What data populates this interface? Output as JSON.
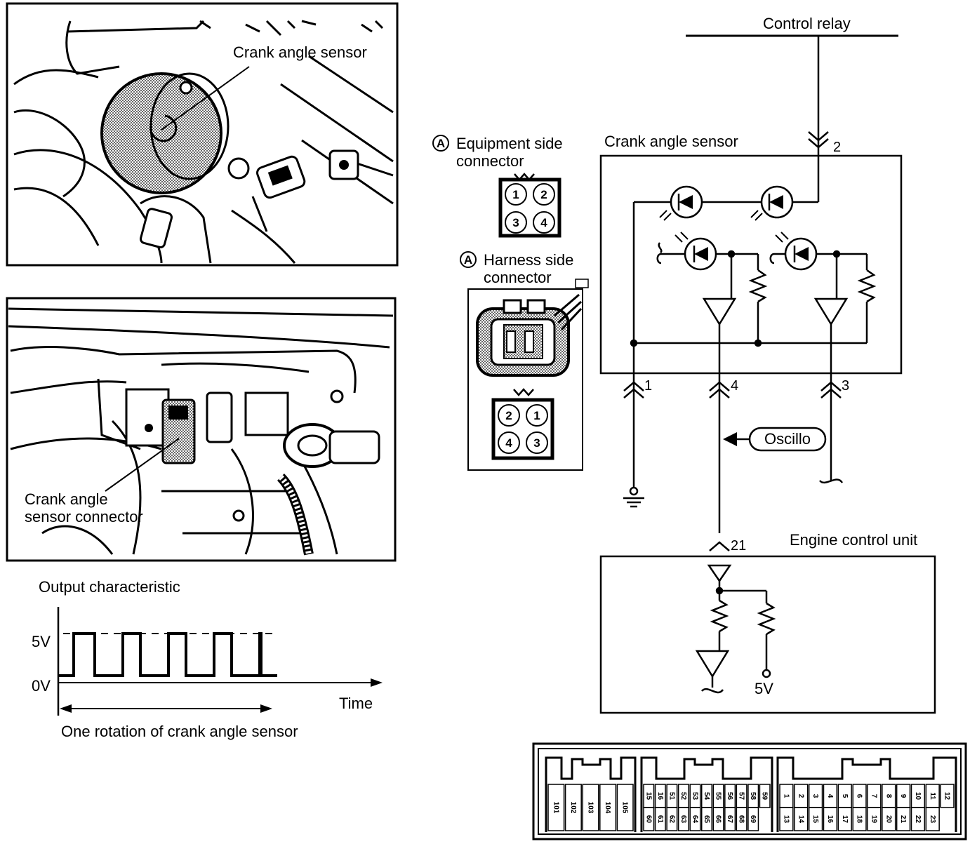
{
  "photo_top": {
    "label": "Crank angle sensor"
  },
  "photo_mid": {
    "label_line1": "Crank angle",
    "label_line2": "sensor connector"
  },
  "waveform": {
    "title": "Output characteristic",
    "high_label": "5V",
    "low_label": "0V",
    "time_label": "Time",
    "rotation_label": "One rotation of crank angle sensor"
  },
  "connectors": {
    "marker": "A",
    "equipment_line1": "Equipment side",
    "equipment_line2": "connector",
    "equipment_pins": [
      "1",
      "2",
      "3",
      "4"
    ],
    "harness_line1": "Harness side",
    "harness_line2": "connector",
    "harness_pins": [
      "2",
      "1",
      "4",
      "3"
    ]
  },
  "circuit": {
    "control_relay": "Control relay",
    "sensor_title": "Crank angle sensor",
    "ecu_title": "Engine control unit",
    "oscillo": "Oscillo",
    "terminal_2": "2",
    "terminal_1": "1",
    "terminal_4": "4",
    "terminal_3": "3",
    "terminal_21": "21",
    "supply": "5V"
  },
  "ecu_connector": {
    "group1": [
      "101",
      "102",
      "103",
      "104",
      "105"
    ],
    "group2": [
      "15",
      "16",
      "51",
      "52",
      "53",
      "54",
      "55",
      "56",
      "57",
      "58",
      "59",
      "60",
      "61",
      "62",
      "63",
      "64",
      "65",
      "66",
      "67",
      "68",
      "69"
    ],
    "group3": [
      "1",
      "2",
      "3",
      "4",
      "5",
      "6",
      "7",
      "8",
      "9",
      "10",
      "11",
      "12",
      "13",
      "14",
      "15",
      "16",
      "17",
      "18",
      "19",
      "20",
      "21",
      "22",
      "23"
    ]
  }
}
